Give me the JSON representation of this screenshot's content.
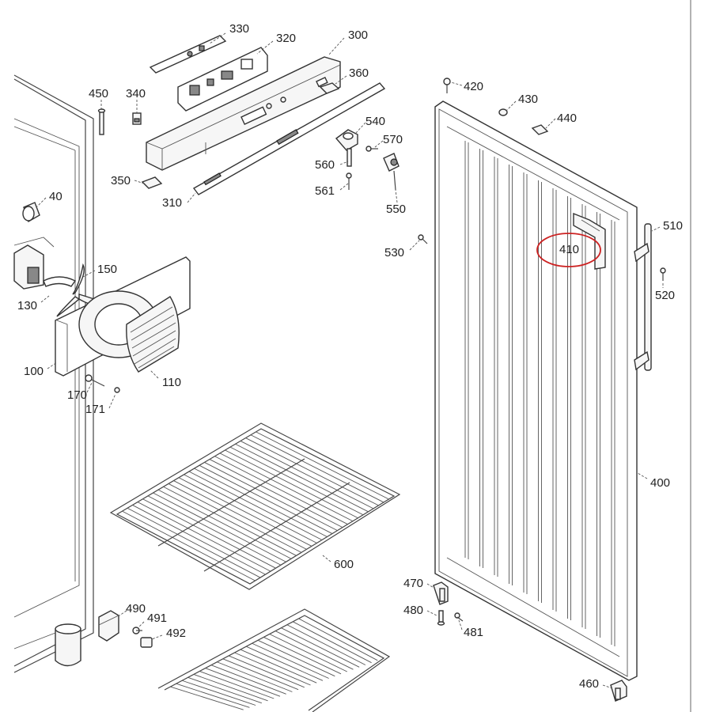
{
  "labels": {
    "p330": "330",
    "p320": "320",
    "p300": "300",
    "p360": "360",
    "p450": "450",
    "p340": "340",
    "p540": "540",
    "p570": "570",
    "p560": "560",
    "p561": "561",
    "p550": "550",
    "p350": "350",
    "p310": "310",
    "p40": "40",
    "p150": "150",
    "p130": "130",
    "p100": "100",
    "p110": "110",
    "p170": "170",
    "p171": "171",
    "p420": "420",
    "p430": "430",
    "p440": "440",
    "p510": "510",
    "p410": "410",
    "p530": "530",
    "p520": "520",
    "p400": "400",
    "p600": "600",
    "p470": "470",
    "p480": "480",
    "p481": "481",
    "p490": "490",
    "p491": "491",
    "p492": "492",
    "p460": "460"
  },
  "highlight": {
    "part": "410",
    "color": "#cc2222"
  }
}
